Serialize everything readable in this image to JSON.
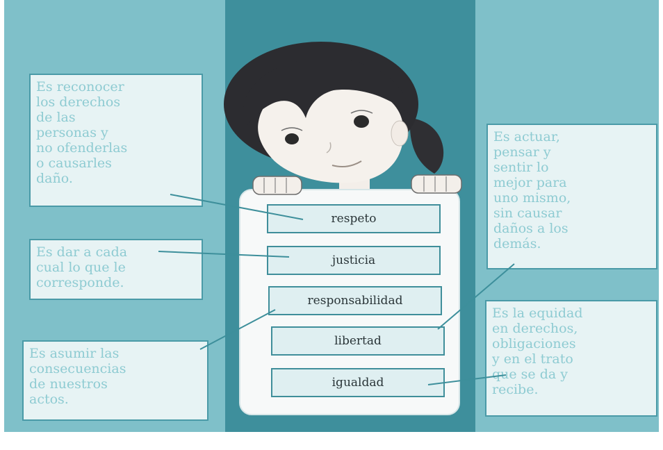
{
  "colors": {
    "panel_light": "#7fc0c9",
    "panel_dark": "#3e8f9c",
    "box_border": "#4a9aa7",
    "definition_text": "#8ecbd2",
    "value_text": "#2a3538"
  },
  "illustration": {
    "subject": "girl holding a sign"
  },
  "values": [
    {
      "label": "respeto"
    },
    {
      "label": "justicia"
    },
    {
      "label": "responsabilidad"
    },
    {
      "label": "libertad"
    },
    {
      "label": "igualdad"
    }
  ],
  "definitions": {
    "respeto": "Es reconocer\nlos derechos\nde las\npersonas y\nno ofenderlas\no causarles\ndaño.",
    "justicia": "Es dar a cada\ncual lo que le\ncorresponde.",
    "responsabilidad": "Es asumir las\nconsecuencias\nde nuestros\nactos.",
    "libertad": "Es actuar,\npensar y\nsentir lo\nmejor para\nuno mismo,\nsin causar\ndaños a los\ndemás.",
    "igualdad": "Es la equidad\nen derechos,\nobligaciones\ny en el trato\nque se da y\nrecibe."
  }
}
